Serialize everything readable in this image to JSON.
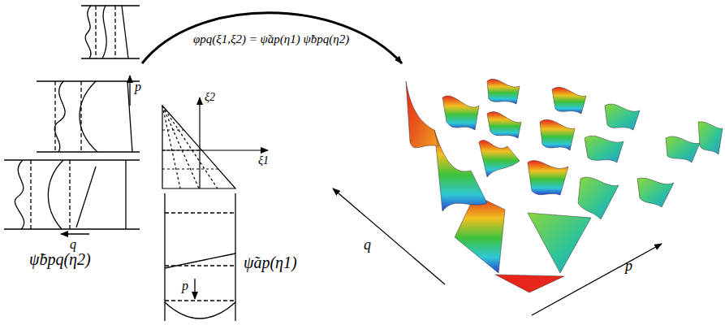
{
  "diagram": {
    "labels": [
      "φpq(ξ1,ξ2) = ψ̃ap(η1) ψ̃bpq(η2)",
      "p",
      "q",
      "ψ̃bpq(η2)",
      "ξ2",
      "ξ1",
      "ψ̃ap(η1)",
      "p",
      "q",
      "p"
    ]
  }
}
